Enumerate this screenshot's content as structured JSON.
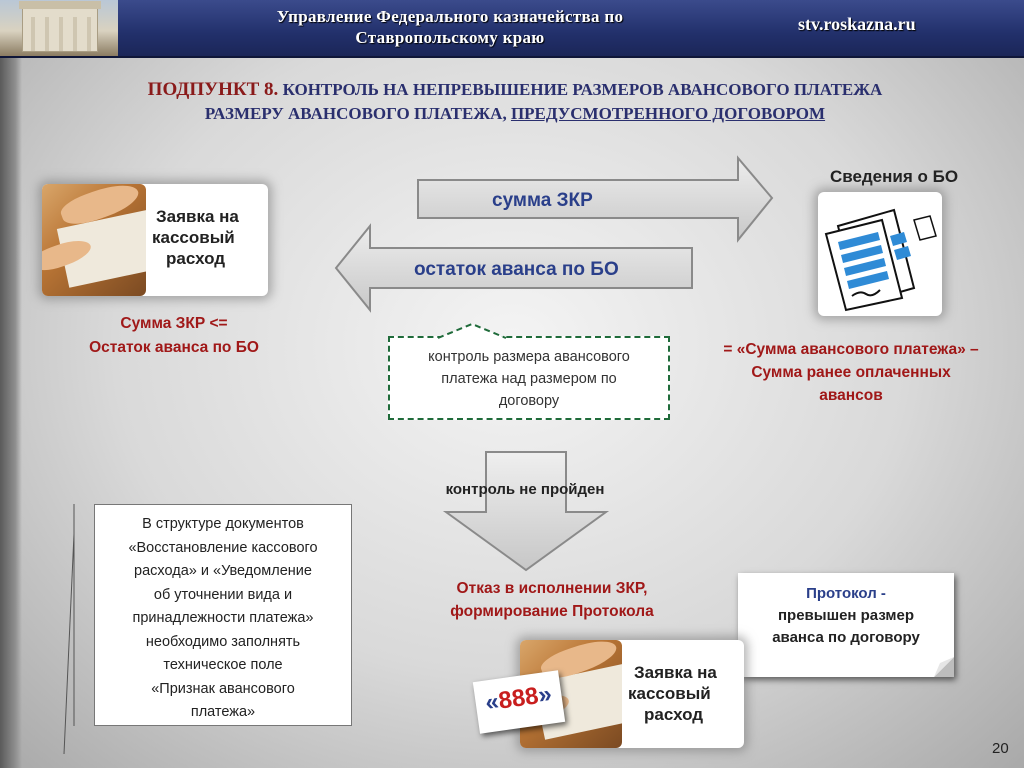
{
  "header": {
    "org_line1": "Управление Федерального казначейства по",
    "org_line2": "Ставропольскому краю",
    "url": "stv.roskazna.ru"
  },
  "title": {
    "lead": "ПОДПУНКТ 8.",
    "part1": " КОНТРОЛЬ НА НЕПРЕВЫШЕНИЕ РАЗМЕРОВ АВАНСОВОГО ПЛАТЕЖА",
    "part2": "РАЗМЕРУ АВАНСОВОГО ПЛАТЕЖА, ",
    "part3": "ПРЕДУСМОТРЕННОГО ДОГОВОРОМ"
  },
  "left_card": {
    "line1": "Заявка на",
    "line2": "кассовый",
    "line3": "расход"
  },
  "left_condition": {
    "line1": "Сумма ЗКР <=",
    "line2": "Остаток аванса по БО"
  },
  "arrows": {
    "right_label": "сумма ЗКР",
    "left_label": "остаток аванса по БО",
    "down_label": "контроль не пройден"
  },
  "right_card": {
    "heading": "Сведения о БО"
  },
  "right_formula": {
    "line1": "= «Сумма авансового платежа» –",
    "line2": "Сумма ранее оплаченных",
    "line3": "авансов"
  },
  "control_box": {
    "line1": "контроль размера авансового",
    "line2": "платежа над размером по",
    "line3": "договору"
  },
  "refusal": {
    "line1": "Отказ в исполнении ЗКР,",
    "line2": "формирование Протокола"
  },
  "note": {
    "lines": [
      "В структуре документов",
      "«Восстановление кассового",
      "расхода» и «Уведомление",
      "об уточнении вида и",
      "принадлежности платежа»",
      "необходимо заполнять",
      "техническое поле",
      "«Признак авансового",
      "платежа»"
    ]
  },
  "protocol": {
    "line1": "Протокол -",
    "line2": "превышен размер",
    "line3": "аванса по договору"
  },
  "code_badge": {
    "open": "«",
    "value": "888",
    "close": "»"
  },
  "bottom_card": {
    "line1": "Заявка на",
    "line2": "кассовый",
    "line3": "расход"
  },
  "page_number": "20",
  "colors": {
    "header_bg": "#22306b",
    "title_blue": "#2a2f6e",
    "accent_red": "#a01818",
    "arrow_fill": "#d6d6d6",
    "dashed_green": "#1f6b3a"
  }
}
